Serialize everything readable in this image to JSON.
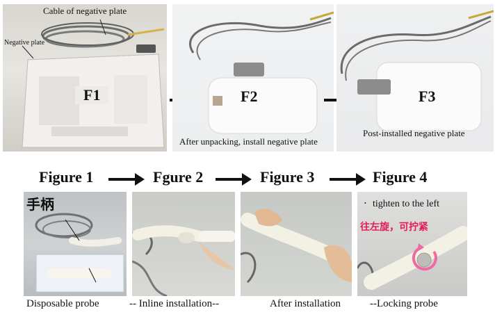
{
  "top_row": {
    "panel1": {
      "cable_label": "Cable of negative plate",
      "plate_label": "Negative plate",
      "badge": "F1"
    },
    "panel2": {
      "badge": "F2",
      "caption": "After unpacking, install negative plate"
    },
    "panel3": {
      "badge": "F3",
      "caption": "Post-installed negative  plate"
    }
  },
  "figure_titles": [
    "Figure 1",
    "Fgure 2",
    "Figure 3",
    "Figure 4"
  ],
  "bottom_row": {
    "panel1_label": "手柄",
    "panel4_label_en": "tighten to the left",
    "panel4_label_cn": "往左旋，可拧紧"
  },
  "captions": {
    "c1": "Disposable probe",
    "c2": "-- Inline installation--",
    "c3": "After installation",
    "c4": "--Locking probe"
  },
  "colors": {
    "arrow": "#111111",
    "chinese_text": "#e8185a",
    "rotate_arrow": "#f06aa0"
  }
}
